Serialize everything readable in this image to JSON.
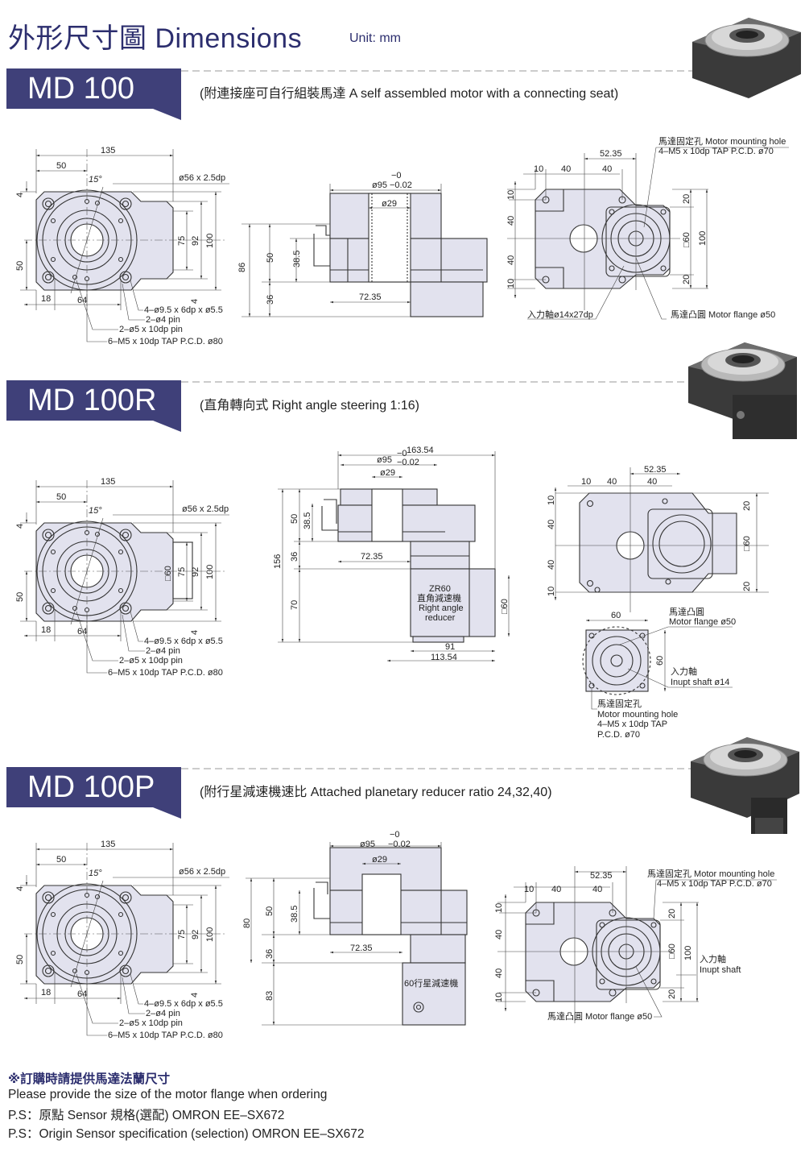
{
  "header": {
    "title": "外形尺寸圖 Dimensions",
    "unit": "Unit: mm"
  },
  "md100": {
    "name": "MD 100",
    "subtitle": "(附連接座可自行組裝馬達 A self assembled motor with a connecting seat)",
    "front": [
      "135",
      "50",
      "15°",
      "ø56 x 2.5dp",
      "4",
      "75",
      "92",
      "100",
      "50",
      "18",
      "64",
      "4",
      "4–ø9.5 x 6dp x ø5.5",
      "2–ø4 pin",
      "2–ø5 x 10dp pin",
      "6–M5 x 10dp TAP P.C.D. ø80"
    ],
    "side": [
      "ø95",
      "−0",
      "−0.02",
      "ø29",
      "86",
      "50",
      "38.5",
      "36",
      "72.35"
    ],
    "rear": [
      "52.35",
      "10",
      "40",
      "40",
      "10",
      "40",
      "40",
      "10",
      "20",
      "□60",
      "100",
      "20",
      "馬達固定孔 Motor mounting hole",
      "4–M5 x 10dp TAP P.C.D. ø70",
      "入力軸ø14x27dp",
      "馬達凸圓 Motor flange ø50"
    ]
  },
  "md100r": {
    "name": "MD 100R",
    "subtitle": "(直角轉向式 Right angle steering 1:16)",
    "front": [
      "135",
      "50",
      "15°",
      "ø56 x 2.5dp",
      "4",
      "75",
      "92",
      "100",
      "50",
      "18",
      "64",
      "4",
      "4–ø9.5 x 6dp x ø5.5",
      "2–ø4 pin",
      "2–ø5 x 10dp pin",
      "6–M5 x 10dp TAP P.C.D. ø80",
      "□60"
    ],
    "side": [
      "163.54",
      "ø95",
      "−0",
      "−0.02",
      "ø29",
      "156",
      "50",
      "38.5",
      "36",
      "70",
      "72.35",
      "ZR60",
      "直角減速機",
      "Right angle",
      "reducer",
      "□60",
      "91",
      "113.54"
    ],
    "rear": [
      "52.35",
      "10",
      "40",
      "40",
      "10",
      "40",
      "40",
      "10",
      "20",
      "□60",
      "20",
      "60",
      "60",
      "馬達凸圓",
      "Motor flange ø50",
      "入力軸",
      "Inupt shaft ø14",
      "馬達固定孔",
      "Motor mounting hole",
      "4–M5 x 10dp TAP",
      "P.C.D. ø70"
    ]
  },
  "md100p": {
    "name": "MD 100P",
    "subtitle": "(附行星減速機速比 Attached planetary reducer ratio 24,32,40)",
    "front": [
      "135",
      "50",
      "15°",
      "ø56 x 2.5dp",
      "4",
      "75",
      "92",
      "100",
      "50",
      "18",
      "64",
      "4",
      "4–ø9.5 x 6dp x ø5.5",
      "2–ø4 pin",
      "2–ø5 x 10dp pin",
      "6–M5 x 10dp TAP P.C.D. ø80"
    ],
    "side": [
      "ø95",
      "−0",
      "−0.02",
      "ø29",
      "80",
      "50",
      "38.5",
      "36",
      "83",
      "72.35",
      "60行星減速機"
    ],
    "rear": [
      "52.35",
      "10",
      "40",
      "40",
      "10",
      "40",
      "40",
      "10",
      "20",
      "□60",
      "100",
      "20",
      "馬達固定孔 Motor mounting hole",
      "4–M5 x 10dp TAP P.C.D. ø70",
      "入力軸",
      "Inupt shaft",
      "馬達凸圓 Motor flange ø50"
    ]
  },
  "notes": [
    "※訂購時請提供馬達法蘭尺寸",
    "Please provide the size of the motor flange when ordering",
    "P.S：原點 Sensor 規格(選配)  OMRON EE–SX672",
    "P.S：Origin Sensor specification (selection) OMRON EE–SX672"
  ],
  "colors": {
    "brand": "#3f4079",
    "title": "#2c2e6e",
    "part_fill": "#e2e2ee"
  }
}
